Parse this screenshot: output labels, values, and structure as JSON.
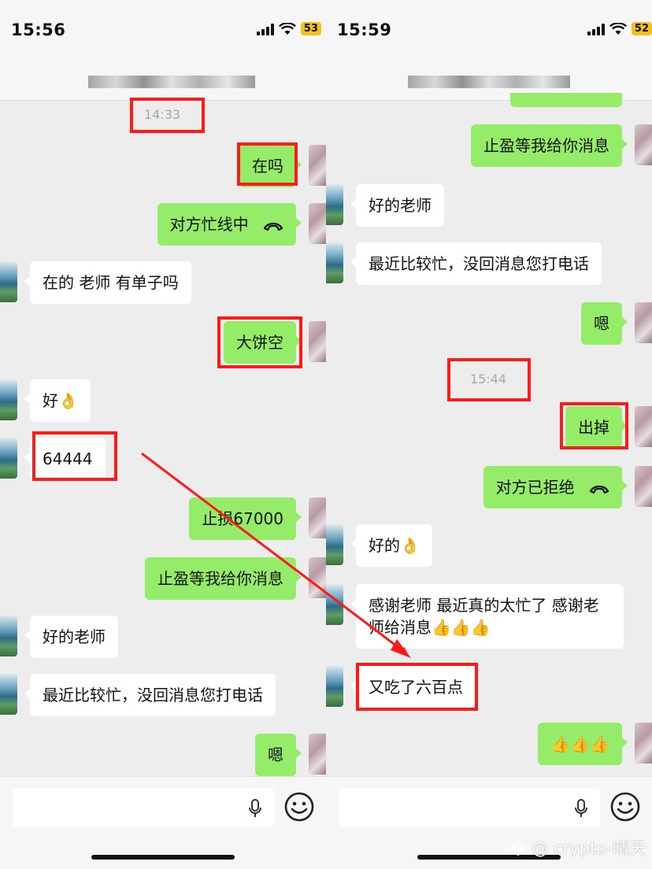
{
  "left": {
    "status": {
      "time": "15:56",
      "battery": "53"
    },
    "timestamp": "14:33",
    "messages": [
      {
        "text": "在吗"
      },
      {
        "text": "对方忙线中"
      },
      {
        "text": "在的 老师  有单子吗"
      },
      {
        "text": "大饼空"
      },
      {
        "text": "好👌"
      },
      {
        "text": "64444"
      },
      {
        "text": "止损67000"
      },
      {
        "text": "止盈等我给你消息"
      },
      {
        "text": "好的老师"
      },
      {
        "text": "最近比较忙，没回消息您打电话"
      },
      {
        "text": "嗯"
      }
    ]
  },
  "right": {
    "status": {
      "time": "15:59",
      "battery": "52"
    },
    "timestamp": "15:44",
    "messages": [
      {
        "text": "止盈等我给你消息"
      },
      {
        "text": "好的老师"
      },
      {
        "text": "最近比较忙，没回消息您打电话"
      },
      {
        "text": "嗯"
      },
      {
        "text": "出掉"
      },
      {
        "text": "对方已拒绝"
      },
      {
        "text": "好的👌"
      },
      {
        "text": "感谢老师  最近真的太忙了  感谢老师给消息👍👍👍"
      },
      {
        "text": "又吃了六百点"
      },
      {
        "text": "👍👍👍"
      }
    ]
  },
  "watermark": "@ crypto-晴天",
  "colors": {
    "self_bubble": "#95ec69",
    "other_bubble": "#ffffff",
    "highlight": "#ff1a1a",
    "background": "#ededed"
  },
  "icons": [
    "signal-icon",
    "wifi-icon",
    "hangup-icon",
    "mic-icon",
    "emoji-icon",
    "binance-logo-icon"
  ]
}
